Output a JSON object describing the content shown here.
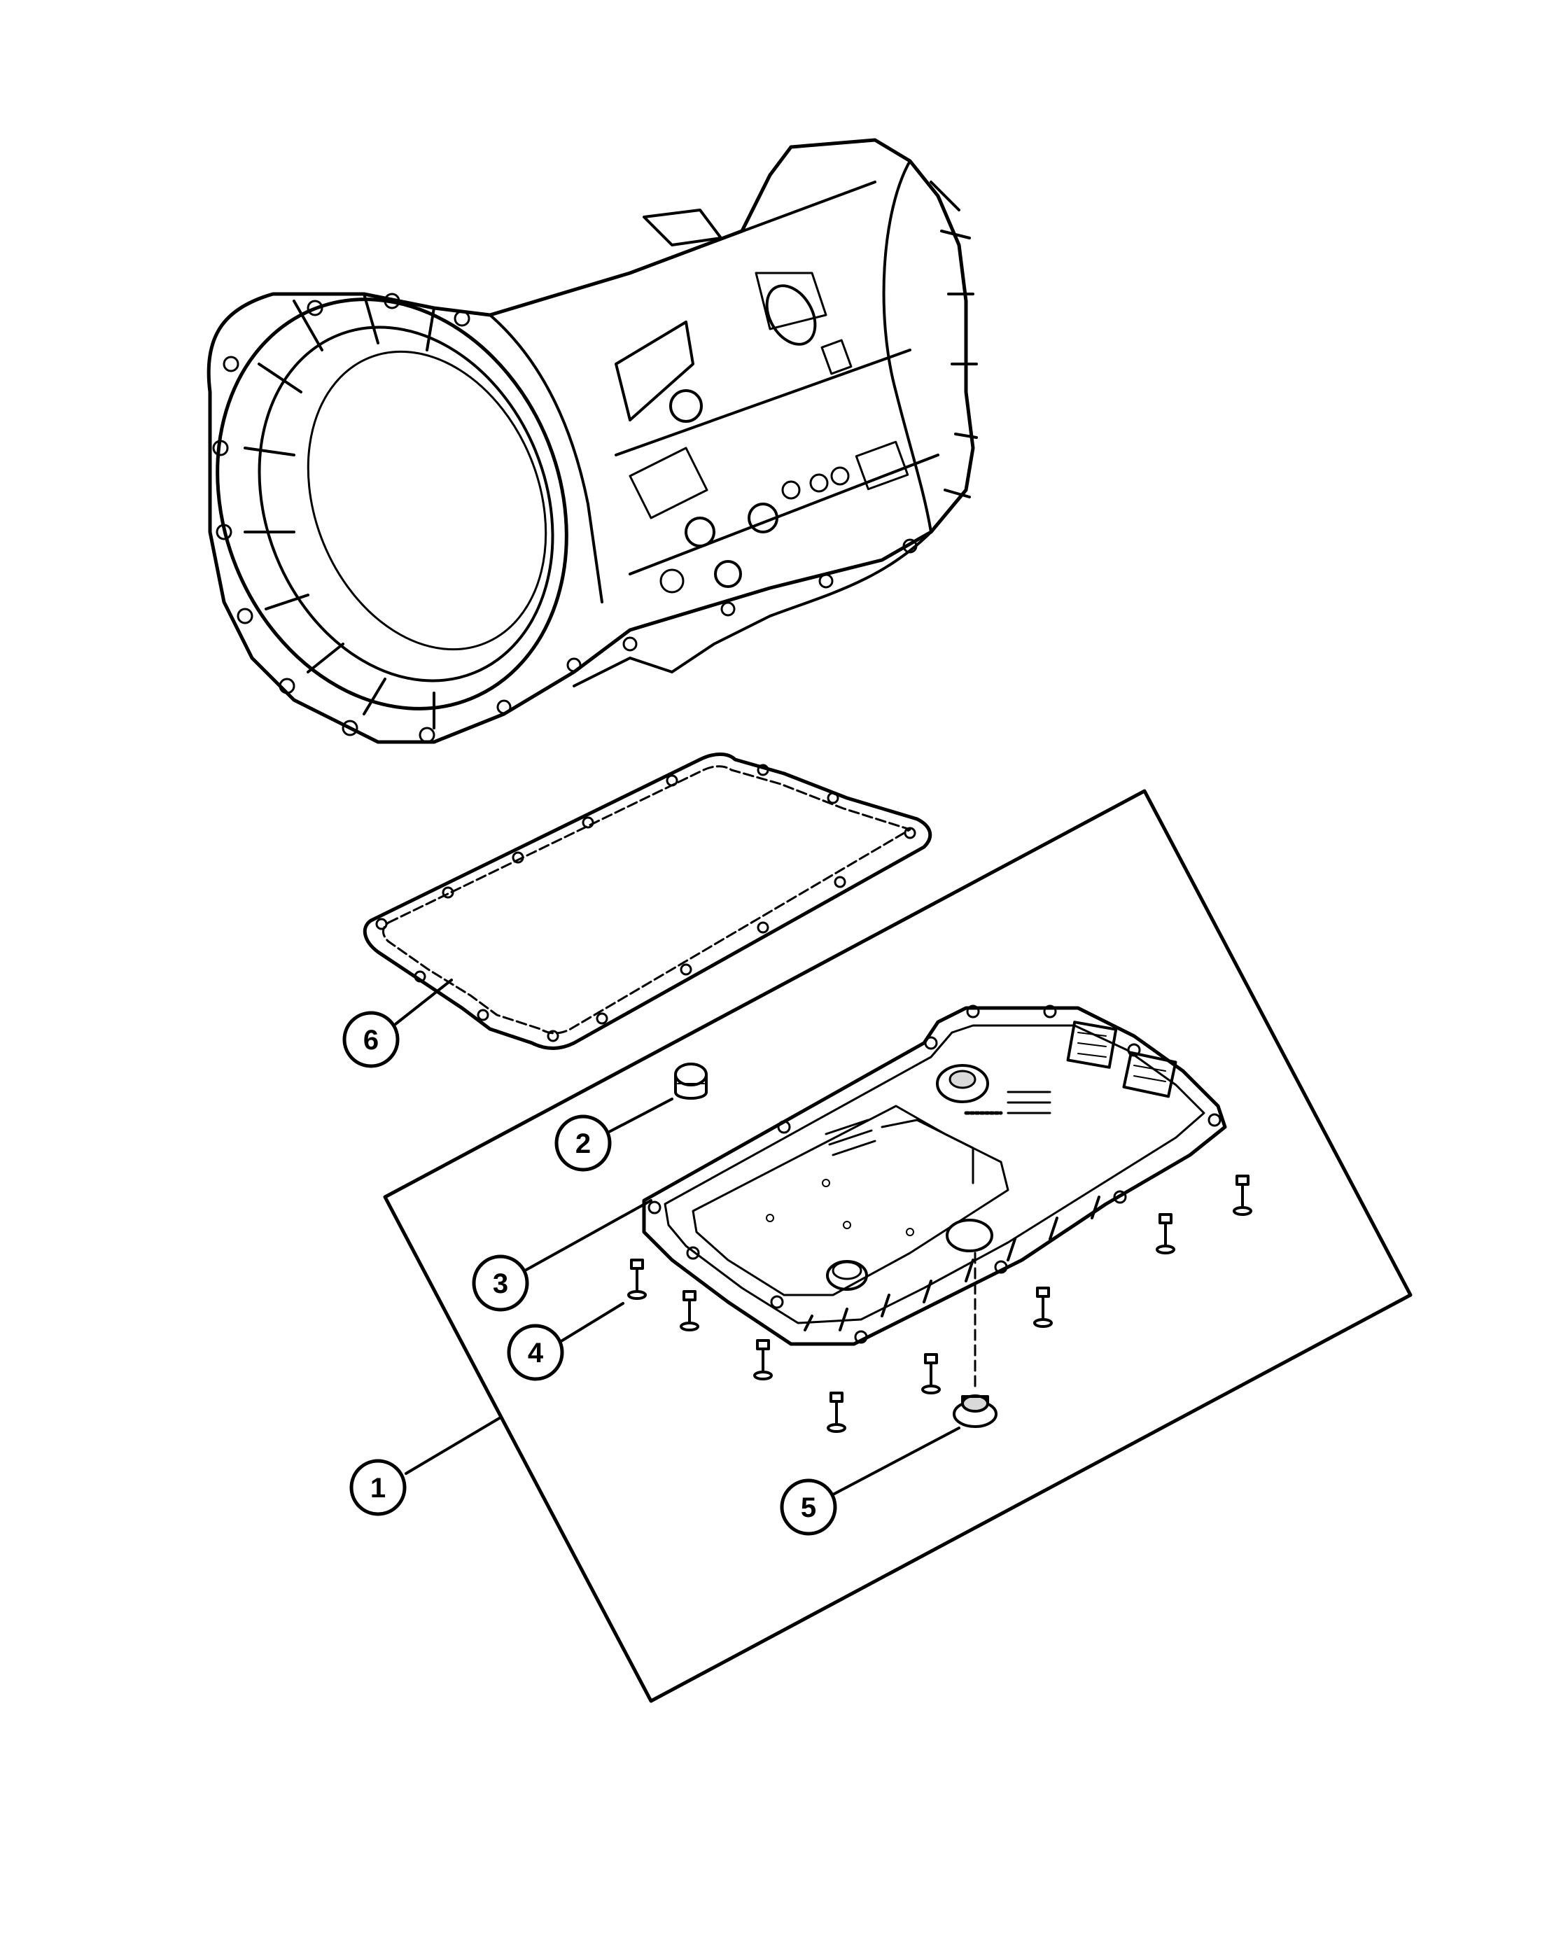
{
  "callouts": [
    {
      "id": "1",
      "label": "1"
    },
    {
      "id": "2",
      "label": "2"
    },
    {
      "id": "3",
      "label": "3"
    },
    {
      "id": "4",
      "label": "4"
    },
    {
      "id": "5",
      "label": "5"
    },
    {
      "id": "6",
      "label": "6"
    }
  ],
  "colors": {
    "ink": "#000000",
    "paper": "#ffffff",
    "shade": "#d9d9d9"
  }
}
